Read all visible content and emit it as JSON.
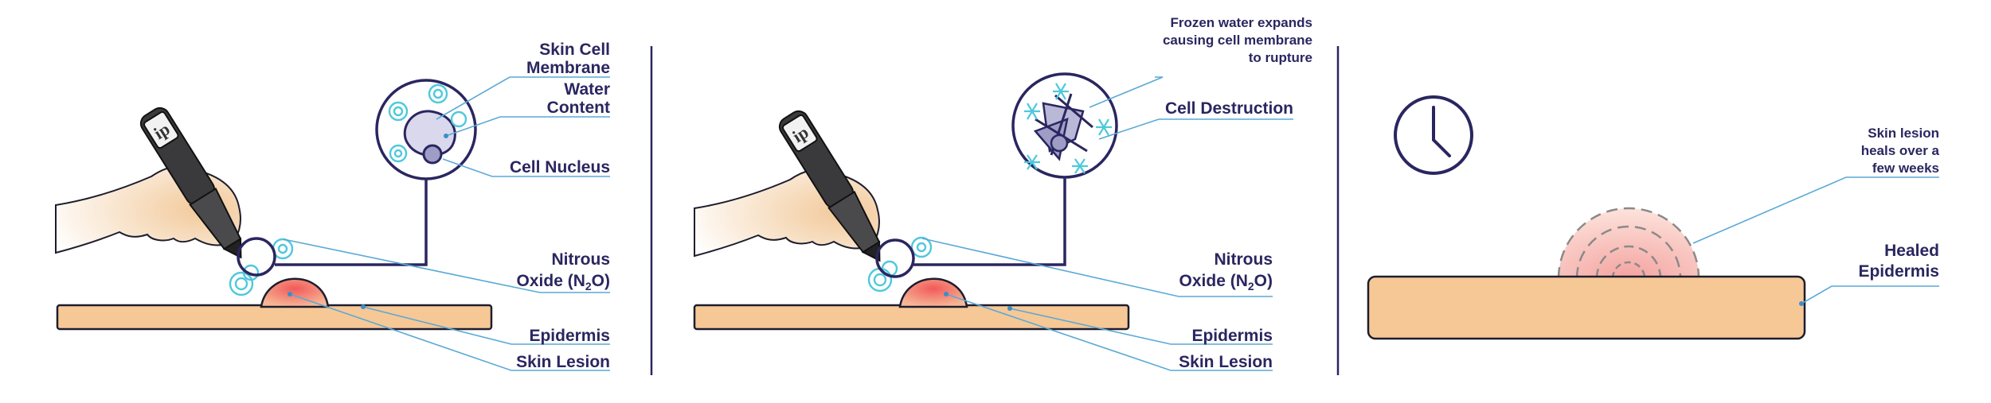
{
  "panel1": {
    "labels": {
      "membrane_1": "Skin Cell",
      "membrane_2": "Membrane",
      "water_1": "Water",
      "water_2": "Content",
      "nucleus": "Cell Nucleus",
      "nitrous_1": "Nitrous",
      "nitrous_2a": "Oxide (N",
      "nitrous_sub": "2",
      "nitrous_2b": "O)",
      "epidermis": "Epidermis",
      "lesion": "Skin Lesion"
    }
  },
  "panel2": {
    "labels": {
      "frozen_1": "Frozen water expands",
      "frozen_2": "causing cell membrane",
      "frozen_3": "to rupture",
      "destruction": "Cell Destruction",
      "nitrous_1": "Nitrous",
      "nitrous_2a": "Oxide (N",
      "nitrous_sub": "2",
      "nitrous_2b": "O)",
      "epidermis": "Epidermis",
      "lesion": "Skin Lesion"
    }
  },
  "panel3": {
    "labels": {
      "heals_1": "Skin lesion",
      "heals_2": "heals over a",
      "heals_3": "few weeks",
      "healed_1": "Healed",
      "healed_2": "Epidermis"
    }
  },
  "pen_logo": "ip",
  "colors": {
    "navy": "#2a2660",
    "cyan": "#4fc8dc",
    "skin": "#f6c896",
    "lesion": "#f07a7a",
    "pen": "#3a3a3c",
    "leader": "#5aa9d6"
  }
}
